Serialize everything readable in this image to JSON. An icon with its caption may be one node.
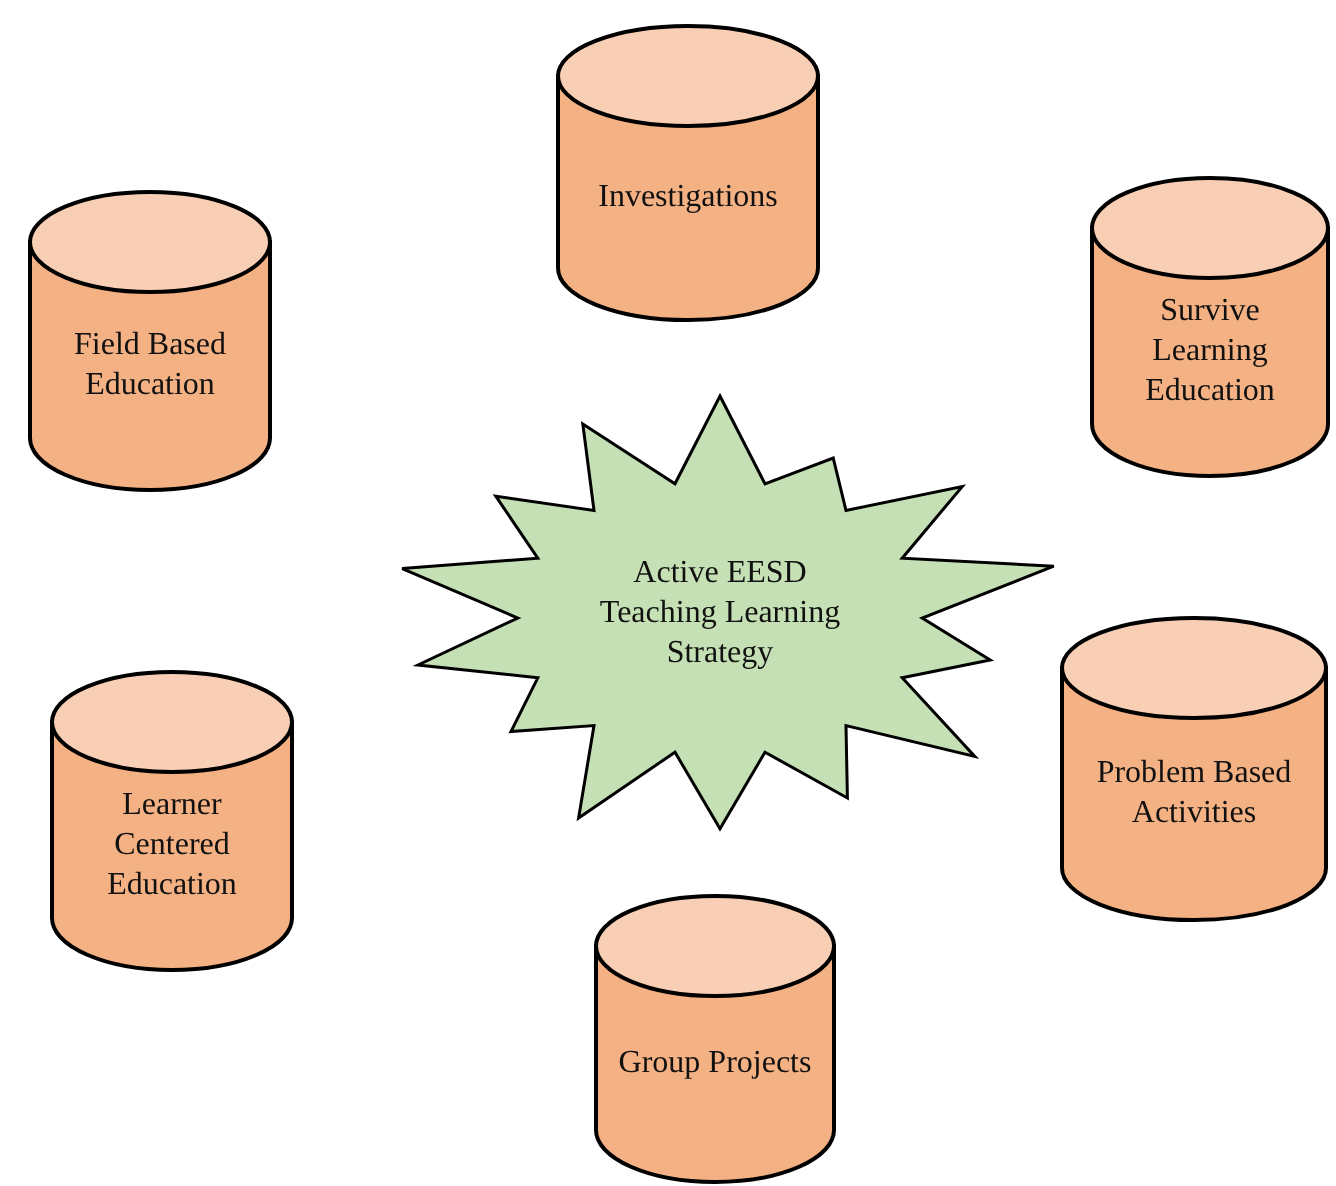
{
  "diagram": {
    "nodes": [
      {
        "text": [
          "Investigations"
        ]
      },
      {
        "text": [
          "Field Based Education"
        ]
      },
      {
        "text": [
          "Survive Learning Education"
        ]
      },
      {
        "text": [
          "Active EESD Teaching Learning Strategy"
        ]
      },
      {
        "text": [
          "Learner Centered Education"
        ]
      },
      {
        "text": [
          "Problem Based Activities"
        ]
      },
      {
        "text": [
          "Group Projects"
        ]
      }
    ]
  }
}
